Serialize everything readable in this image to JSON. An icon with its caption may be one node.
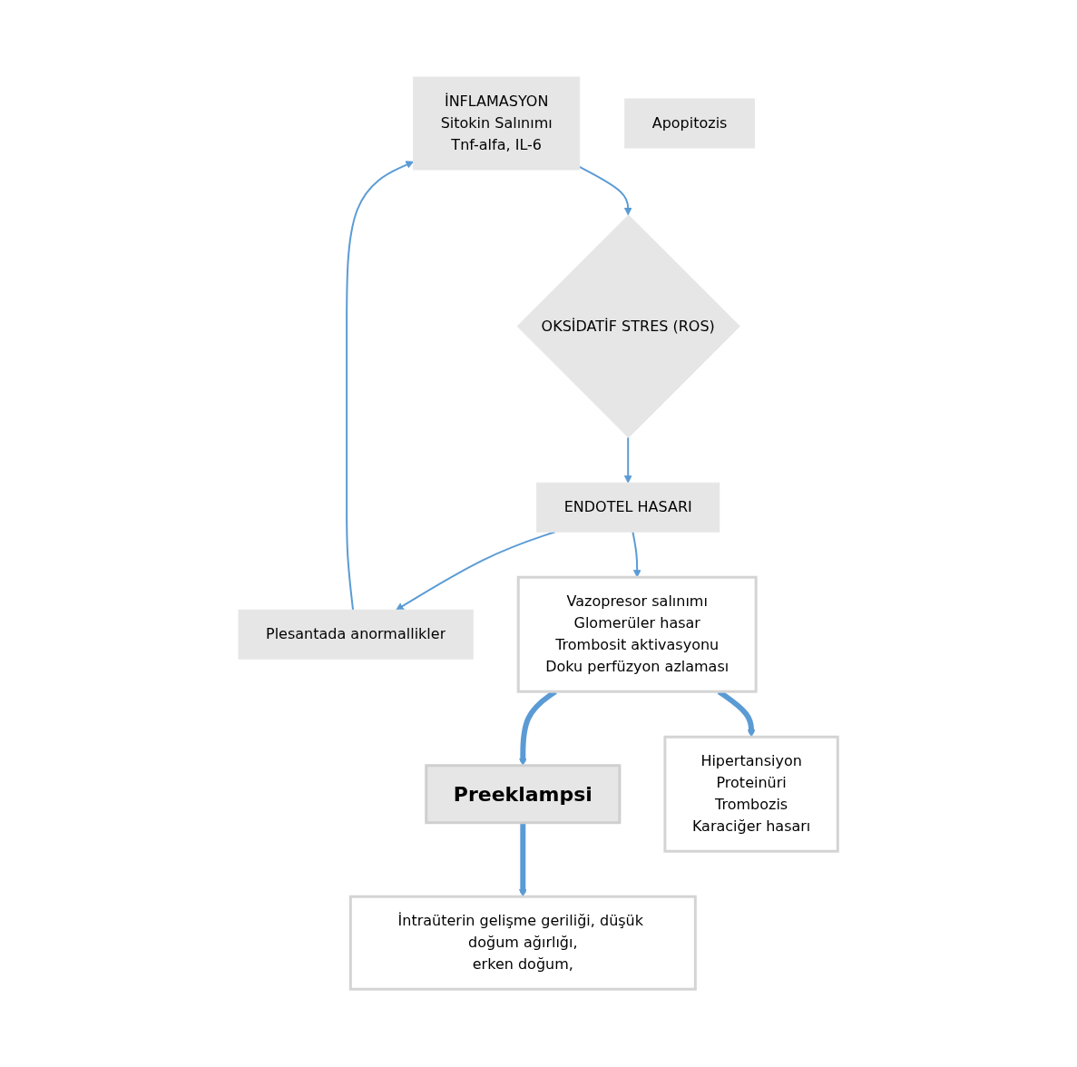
{
  "diagram": {
    "nodes": [
      {
        "text": [
          "İNFLAMASYON",
          "Sitokin Salınımı",
          "Tnf-alfa, IL-6"
        ]
      },
      {
        "text": [
          "Plesantada anormallikler"
        ]
      },
      {
        "text": [
          "OKSİDATİF STRES (ROS)"
        ]
      },
      {
        "text": [
          "Apopitozis"
        ]
      },
      {
        "text": [
          "İntraüterin gelişme geriliği, düşük doğum ağırlığı,",
          "erken doğum,"
        ]
      },
      {
        "text": [
          "ENDOTEL HASARI"
        ]
      },
      {
        "text": [
          "Preeklampsi"
        ]
      },
      {
        "text": [
          "Vazopresor salınımı",
          "Glomerüler hasar",
          "Trombosit aktivasyonu",
          "Doku perfüzyon azlaması"
        ]
      },
      {
        "text": [
          "Hipertansiyon",
          "Proteinüri",
          "Trombozis",
          "Karaciğer hasarı"
        ]
      }
    ],
    "edges": [
      {
        "from": 1,
        "to": 0,
        "arrow": "to"
      },
      {
        "from": 0,
        "to": 2,
        "arrow": "to"
      },
      {
        "from": 5,
        "to": 1,
        "arrow": "to"
      },
      {
        "from": 2,
        "to": 5,
        "arrow": "to"
      },
      {
        "from": 5,
        "to": 7,
        "arrow": "to"
      },
      {
        "from": 7,
        "to": 6,
        "arrow": "to",
        "style": "thick"
      },
      {
        "from": 7,
        "to": 8,
        "arrow": "to",
        "style": "thick"
      },
      {
        "from": 6,
        "to": 4,
        "arrow": "to",
        "style": "thick"
      }
    ]
  }
}
